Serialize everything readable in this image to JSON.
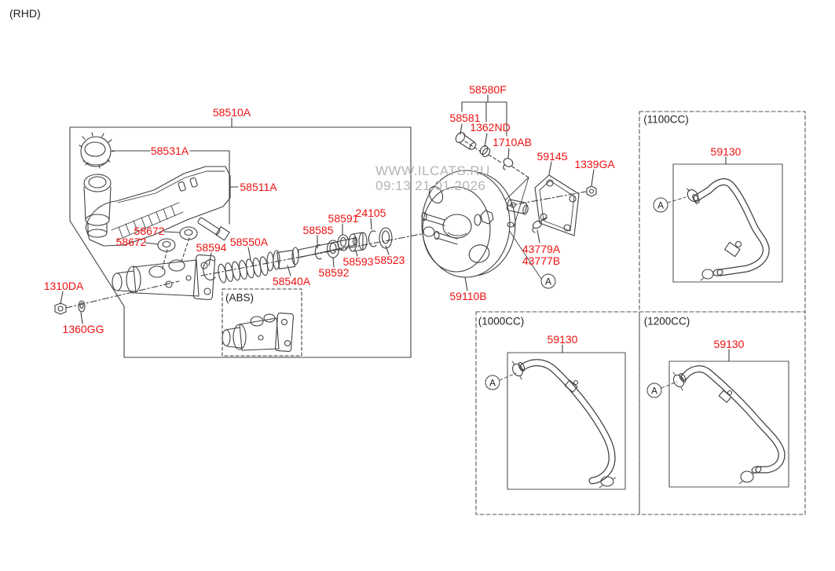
{
  "drawing_note": "(RHD)",
  "marker_a": "A",
  "watermark": {
    "line1": "WWW.ILCATS.RU",
    "line2": "09:13 21.01.2026"
  },
  "colors": {
    "part_label": "#ee1111",
    "black_label": "#1f1f1f",
    "line": "#3f3f3f",
    "watermark": "#b5b5b5"
  },
  "labels": [
    {
      "name": "master-cylinder-assy",
      "text": "58510A"
    },
    {
      "name": "reservoir-cap",
      "text": "58531A"
    },
    {
      "name": "reservoir-tank",
      "text": "58511A"
    },
    {
      "name": "grommet-upper",
      "text": "58672"
    },
    {
      "name": "grommet-lower",
      "text": "58672"
    },
    {
      "name": "snap-ring",
      "text": "58594"
    },
    {
      "name": "piston-kit-primary",
      "text": "58550A"
    },
    {
      "name": "ring-58585",
      "text": "58585"
    },
    {
      "name": "seal-58591",
      "text": "58591"
    },
    {
      "name": "o-ring-24105",
      "text": "24105"
    },
    {
      "name": "washer-58592",
      "text": "58592"
    },
    {
      "name": "piston-58593",
      "text": "58593"
    },
    {
      "name": "seal-58523",
      "text": "58523"
    },
    {
      "name": "piston-kit-secondary",
      "text": "58540A"
    },
    {
      "name": "nut-1310DA",
      "text": "1310DA"
    },
    {
      "name": "washer-1360GG",
      "text": "1360GG"
    },
    {
      "name": "bolt-kit-58580F",
      "text": "58580F"
    },
    {
      "name": "bolt-58581",
      "text": "58581"
    },
    {
      "name": "washer-1362ND",
      "text": "1362ND"
    },
    {
      "name": "clip-1710AB",
      "text": "1710AB"
    },
    {
      "name": "gasket-59145",
      "text": "59145"
    },
    {
      "name": "nut-1339GA",
      "text": "1339GA"
    },
    {
      "name": "clip-43779A",
      "text": "43779A"
    },
    {
      "name": "clip-43777B",
      "text": "43777B"
    },
    {
      "name": "booster-59110B",
      "text": "59110B"
    },
    {
      "name": "hose-59130-1100cc",
      "text": "59130"
    },
    {
      "name": "hose-59130-1000cc",
      "text": "59130"
    },
    {
      "name": "hose-59130-1200cc",
      "text": "59130"
    }
  ],
  "captions": [
    {
      "name": "abs-variant",
      "text": "(ABS)"
    },
    {
      "name": "panel-1100cc",
      "text": "(1100CC)"
    },
    {
      "name": "panel-1000cc",
      "text": "(1000CC)"
    },
    {
      "name": "panel-1200cc",
      "text": "(1200CC)"
    }
  ]
}
